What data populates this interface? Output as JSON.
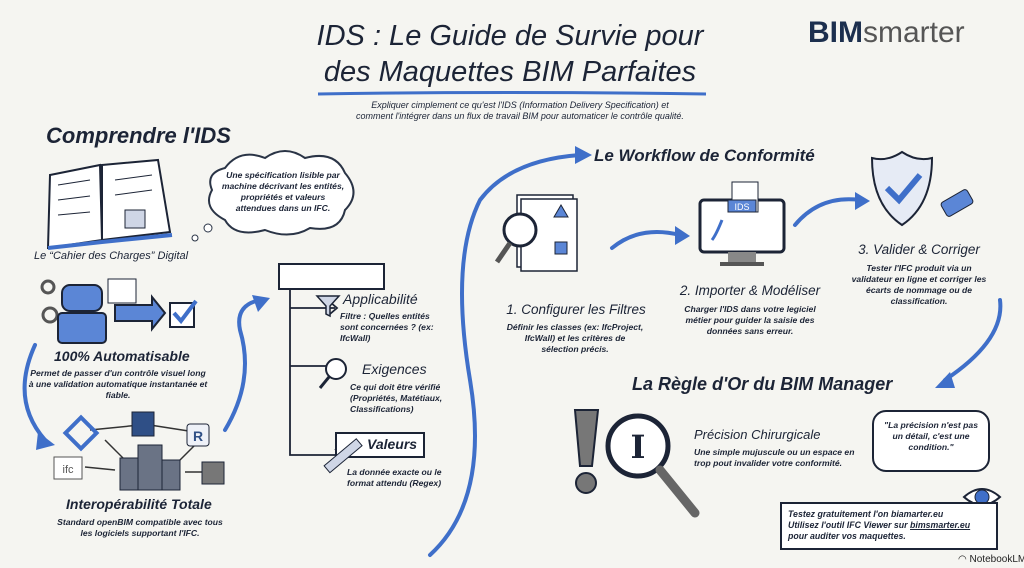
{
  "header": {
    "title_line1": "IDS : Le Guide de Survie pour",
    "title_line2": "des Maquettes BIM Parfaites",
    "subtitle_line1": "Expliquer cimplement ce qu'est l'IDS (Information Delivery Specification) et",
    "subtitle_line2": "comment l'intégrer dans un flux de travail BIM pour automaticer le contrôle qualité.",
    "logo_bold": "BIM",
    "logo_light": "smarter"
  },
  "colors": {
    "accent": "#3f6fc9",
    "ink": "#1c2436",
    "background": "#f5f5f1"
  },
  "understand": {
    "title": "Comprendre l'IDS",
    "cloud": "Une spécification lisible par machine décrivant les entités, propriétés et valeurs attendues dans un IFC.",
    "book_caption": "Le “Cahier des Charges” Digital",
    "auto_title": "100% Automatisable",
    "auto_desc": "Permet de passer d'un contrôle visuel long à une validation automatique instantanée et fiable.",
    "interop_title": "Interopérabilité Totale",
    "interop_desc": "Standard openBIM compatible avec tous les logiciels supportant l'IFC.",
    "ifc_label": "ifc",
    "revit_label": "R"
  },
  "structure": {
    "items": [
      {
        "title": "Applicabilité",
        "desc": "Filtre : Quelles entités sont concernées ? (ex: IfcWall)",
        "icon": "funnel-icon"
      },
      {
        "title": "Exigences",
        "desc": "Ce qui doit être vérifié (Propriétés, Matétiaux, Classifications)",
        "icon": "magnifier-icon"
      },
      {
        "title": "Valeurs",
        "desc": "La donnée exacte ou le format attendu (Regex)",
        "icon": "ruler-icon"
      }
    ]
  },
  "workflow": {
    "title": "Le Workflow de Conformité",
    "steps": [
      {
        "title": "1. Configurer les Filtres",
        "desc": "Définir les classes (ex: IfcProject, IfcWall) et les critères de sélection précis."
      },
      {
        "title": "2. Importer & Modéliser",
        "desc": "Charger l'IDS dans votre legiciel métier pour guider la saisie des données sans erreur.",
        "badge": "IDS"
      },
      {
        "title": "3. Valider & Corriger",
        "desc": "Tester l'IFC produit via un validateur en ligne et corriger les écarts de nommage ou de classification."
      }
    ]
  },
  "rule": {
    "title": "La Règle d'Or du BIM Manager",
    "precision_title": "Précision Chirurgicale",
    "precision_desc": "Une simple mujuscule ou un espace en trop pout invalider votre conformité.",
    "quote": "\"La précision n'est pas un détail, c'est une condition.\"",
    "lens_letter": "I",
    "cta_line1": "Testez gratuitement l'on biamarter.eu",
    "cta_line2_prefix": "Utilisez l'outil IFC Viewer sur ",
    "cta_link": "bimsmarter.eu",
    "cta_line3": "pour auditer vos maquettes."
  },
  "footer": {
    "brand": "NotebookLM"
  }
}
